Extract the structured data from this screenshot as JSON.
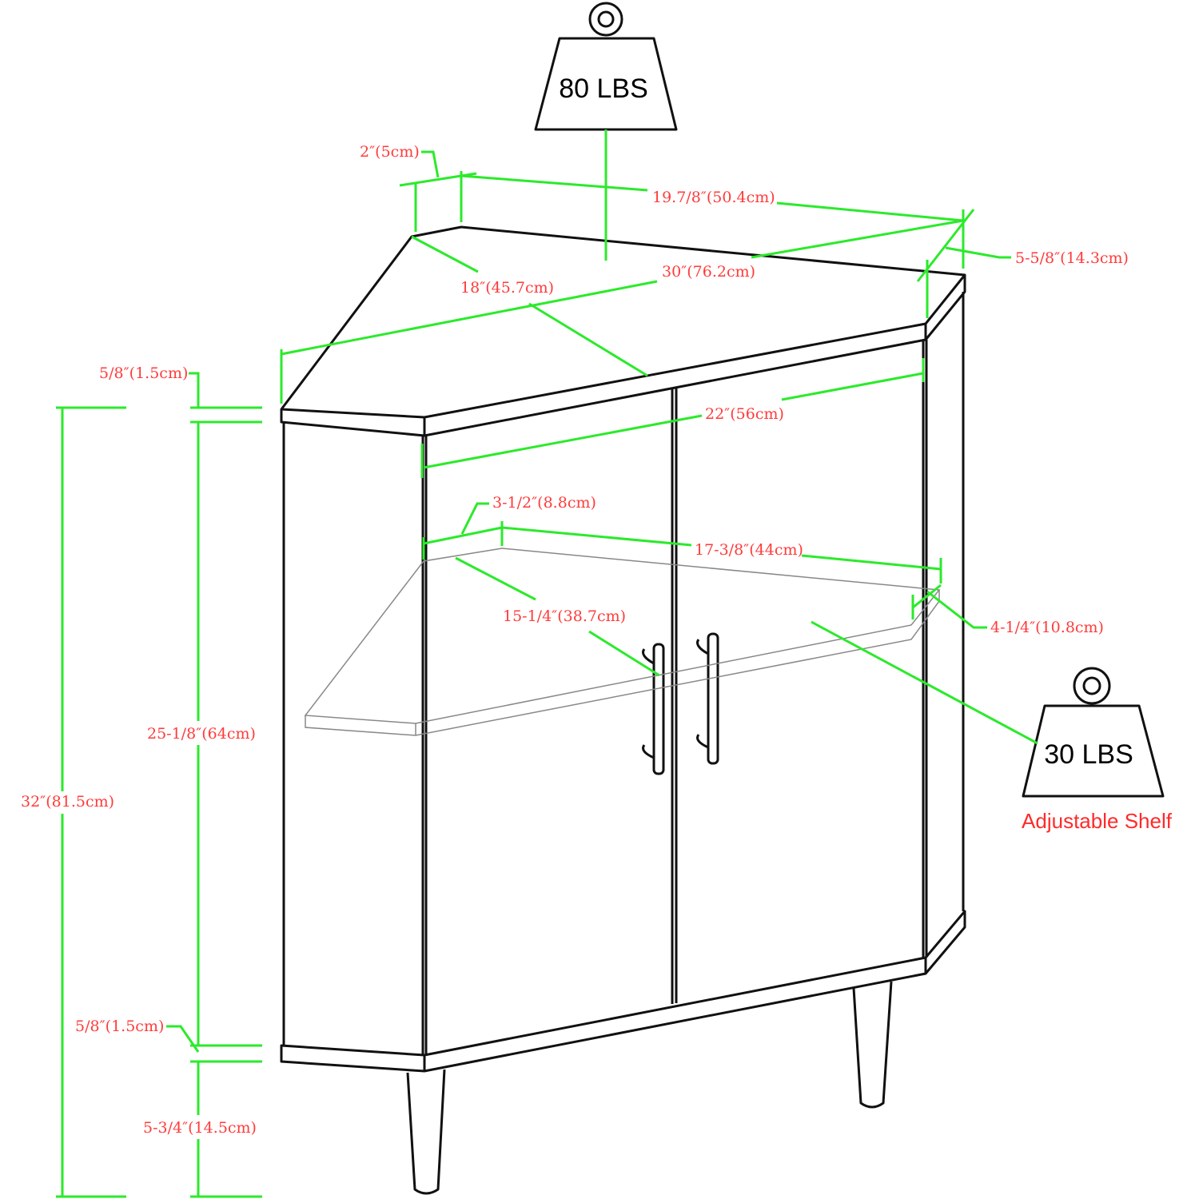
{
  "weights": {
    "top_load": "80 LBS",
    "shelf_load": "30 LBS",
    "shelf_note": "Adjustable Shelf"
  },
  "dimensions": {
    "top_edge_depth": "2″(5cm)",
    "back_width": "19.7/8″(50.4cm)",
    "side_width": "5-5/8″(14.3cm)",
    "diagonal_width": "30″(76.2cm)",
    "depth": "18″(45.7cm)",
    "top_thickness": "5/8″(1.5cm)",
    "front_width": "22″(56cm)",
    "shelf_edge": "3-1/2″(8.8cm)",
    "shelf_back": "17-3/8″(44cm)",
    "shelf_depth": "15-1/4″(38.7cm)",
    "shelf_side": "4-1/4″(10.8cm)",
    "inner_height": "25-1/8″(64cm)",
    "total_height": "32″(81.5cm)",
    "bottom_thickness": "5/8″(1.5cm)",
    "leg_height": "5-3/4″(14.5cm)"
  },
  "colors": {
    "dimension_line": "#2bea2b",
    "dimension_text": "#ff3b3b"
  }
}
